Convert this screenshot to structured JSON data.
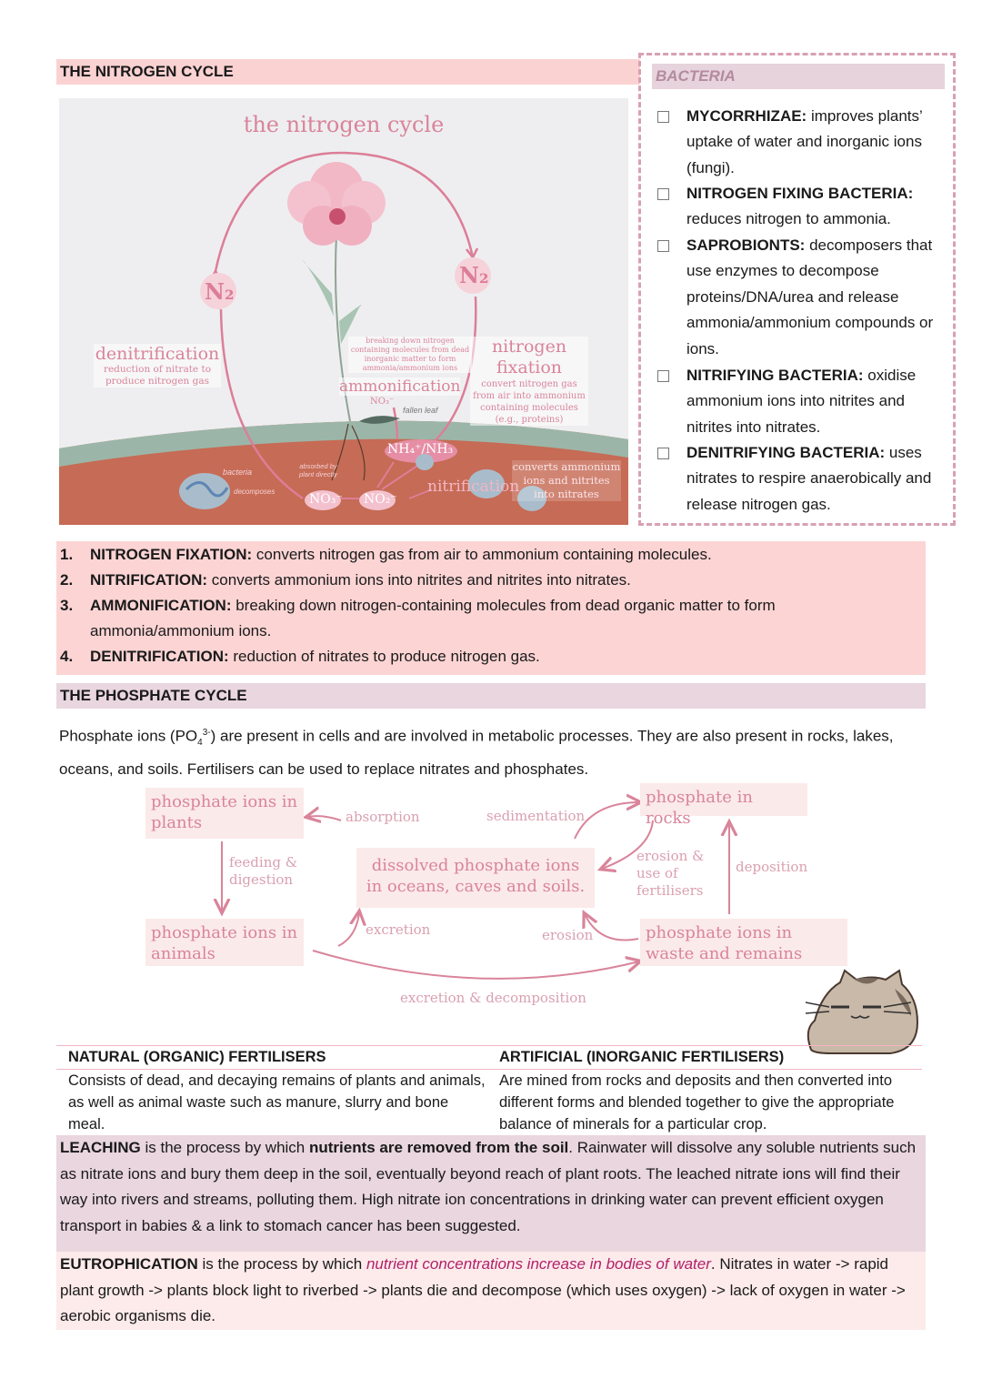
{
  "nitrogen": {
    "header": "THE NITROGEN CYCLE",
    "diagram": {
      "title": "the nitrogen cycle",
      "n2_left": "N₂",
      "n2_right": "N₂",
      "denitrification": "denitrification",
      "denitrification_desc": "reduction of nitrate to produce nitrogen gas",
      "ammonification_desc": "breaking down nitrogen containing molecules from dead inorganic matter to form ammonia/ammonium ions",
      "ammonification": "ammonification",
      "no3_top": "NO₃⁻",
      "fallen_leaf": "fallen leaf",
      "nitrogen_fixation": "nitrogen fixation",
      "fixation_desc": "convert nitrogen gas from air into ammonium containing molecules (e.g., proteins)",
      "nh4": "NH₄⁺/NH₃",
      "nitrification": "nitrification",
      "nitrification_desc": "converts ammonium ions and nitrites into nitrates",
      "no3": "NO₃⁻",
      "no2": "NO₂⁻",
      "bacteria": "bacteria",
      "decomposes": "decomposes",
      "absorbed": "absorbed by plant directly"
    }
  },
  "bacteria": {
    "title": "BACTERIA",
    "items": [
      {
        "term": "MYCORRHIZAE:",
        "text": " improves plants’ uptake of water and inorganic ions (fungi)."
      },
      {
        "term": "NITROGEN FIXING BACTERIA:",
        "text": " reduces nitrogen to ammonia."
      },
      {
        "term": "SAPROBIONTS:",
        "text": " decomposers that use enzymes to decompose proteins/DNA/urea and release ammonia/ammonium compounds or ions."
      },
      {
        "term": "NITRIFYING BACTERIA:",
        "text": " oxidise ammonium ions into nitrites and nitrites into nitrates."
      },
      {
        "term": "DENITRIFYING BACTERIA:",
        "text": " uses nitrates to respire anaerobically and release nitrogen gas."
      }
    ]
  },
  "processes": [
    {
      "num": "1.",
      "term": "NITROGEN FIXATION:",
      "text": " converts nitrogen gas from air to ammonium containing molecules."
    },
    {
      "num": "2.",
      "term": "NITRIFICATION:",
      "text": " converts ammonium ions into nitrites and nitrites into nitrates."
    },
    {
      "num": "3.",
      "term": "AMMONIFICATION:",
      "text": " breaking down nitrogen-containing molecules from dead organic matter to form ammonia/ammonium ions."
    },
    {
      "num": "4.",
      "term": "DENITRIFICATION:",
      "text": " reduction of nitrates to produce nitrogen gas."
    }
  ],
  "phosphate": {
    "header": "THE PHOSPHATE CYCLE",
    "intro_a": "Phosphate ions (PO",
    "intro_sub": "4",
    "intro_sup": "3-",
    "intro_b": ") are present in cells and are involved in metabolic processes. They are also present in rocks, lakes, oceans, and soils.  Fertilisers can be used to replace nitrates and phosphates.",
    "diagram": {
      "plants": "phosphate ions in plants",
      "animals": "phosphate ions in animals",
      "dissolved": "dissolved phosphate ions in oceans, caves and soils.",
      "rocks": "phosphate in rocks",
      "waste": "phosphate ions in waste and remains",
      "absorption": "absorption",
      "sedimentation": "sedimentation",
      "feeding": "feeding & digestion",
      "erosion_use": "erosion & use of fertilisers",
      "deposition": "deposition",
      "excretion": "excretion",
      "erosion": "erosion",
      "excretion_decomp": "excretion & decomposition"
    }
  },
  "fertilisers": {
    "natural_title": "NATURAL (ORGANIC) FERTILISERS",
    "natural_text": "Consists of dead, and decaying remains of plants and animals, as well as animal waste such as manure, slurry and bone meal.",
    "artificial_title": "ARTIFICIAL (INORGANIC FERTILISERS)",
    "artificial_text": "Are mined from rocks and deposits and then converted into different forms and blended together to give the appropriate balance of minerals for a particular crop."
  },
  "leaching": {
    "term": "LEACHING",
    "a": " is the process by which ",
    "bold": "nutrients are removed from the soil",
    "b": ". Rainwater will dissolve any soluble nutrients such as nitrate ions and bury them deep in the soil, eventually beyond reach of plant roots. The leached nitrate ions will find their way into rivers and streams, polluting them. High nitrate ion concentrations in drinking water can prevent efficient oxygen transport in babies & a link to stomach cancer has been suggested."
  },
  "eutrophication": {
    "term": "EUTROPHICATION",
    "a": " is the process by which ",
    "italic": "nutrient concentrations increase in bodies of water",
    "b": ". Nitrates in water -> rapid plant growth -> plants block light to riverbed -> plants die and decompose (which uses oxygen) -> lack of oxygen in water -> aerobic organisms die."
  },
  "colors": {
    "header_pink": "#fbd2d2",
    "lilac": "#e9d6de",
    "diagram_pink": "#d9849a",
    "italic_magenta": "#b0206a"
  }
}
